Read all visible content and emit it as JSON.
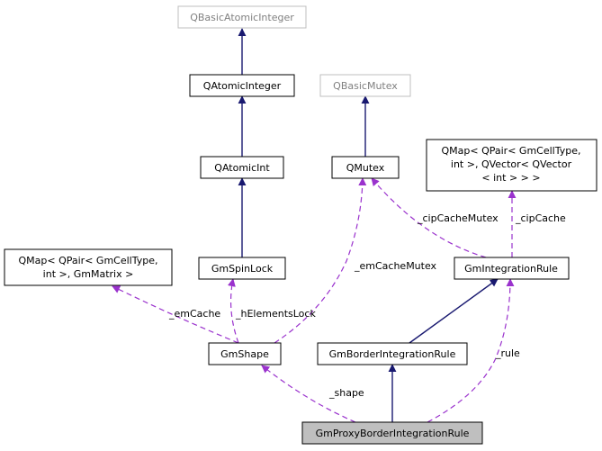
{
  "colors": {
    "inheritance_arrow": "#191970",
    "usage_arrow": "#9a32cd",
    "undocumented_border": "#bfbfbf",
    "focus_fill": "#bfbfbf"
  },
  "nodes": {
    "qbasicatomicinteger": "QBasicAtomicInteger",
    "qatomicinteger": "QAtomicInteger",
    "qatomicint": "QAtomicInt",
    "qbasicmutex": "QBasicMutex",
    "qmutex": "QMutex",
    "qmap_cip": [
      "QMap< QPair< GmCellType,",
      "int >, QVector< QVector",
      "< int > > >"
    ],
    "qmap_em": [
      "QMap< QPair< GmCellType,",
      "int >, GmMatrix >"
    ],
    "gmspinlock": "GmSpinLock",
    "gmintegrationrule": "GmIntegrationRule",
    "gmshape": "GmShape",
    "gmborderintegrationrule": "GmBorderIntegrationRule",
    "gmproxyborderintegrationrule": "GmProxyBorderIntegrationRule"
  },
  "edge_labels": {
    "cip_cache_mutex": "_cipCacheMutex",
    "cip_cache": "_cipCache",
    "em_cache_mutex": "_emCacheMutex",
    "em_cache": "_emCache",
    "h_elements_lock": "_hElementsLock",
    "rule": "_rule",
    "shape": "_shape"
  }
}
